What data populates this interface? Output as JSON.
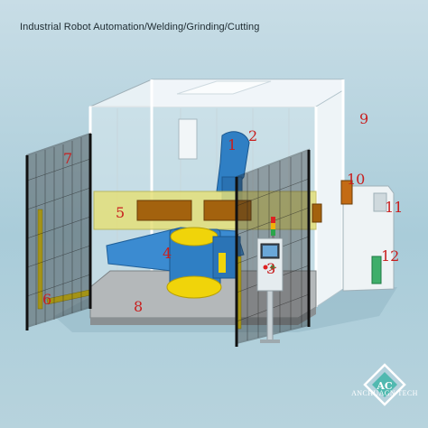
{
  "title": "Industrial Robot Automation/Welding/Grinding/Cutting",
  "callouts": [
    "1",
    "2",
    "3",
    "4",
    "5",
    "6",
    "7",
    "8",
    "9",
    "10",
    "11",
    "12"
  ],
  "brand": {
    "logo_text": "AC",
    "name": "ANCHUAGN TECH"
  },
  "colors": {
    "background": "#b0d0dc",
    "frame": "#ffffff",
    "fence": "#222222",
    "machine_blue": "#2f7fc4",
    "safety_yellow": "#f0d40a",
    "callout_red": "#c81e1e"
  }
}
